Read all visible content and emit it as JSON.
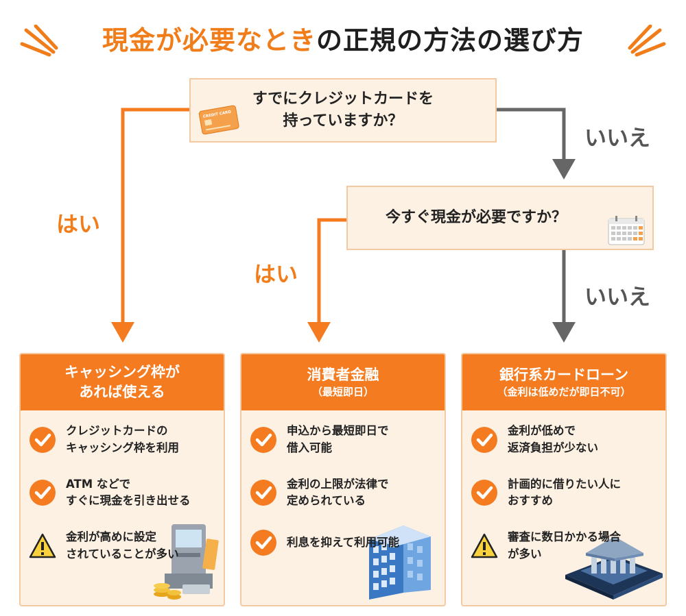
{
  "title": {
    "highlight": "現金が必要なとき",
    "rest": "の正規の方法の選び方"
  },
  "question1": {
    "line1": "すでにクレジットカードを",
    "line2": "持っていますか？",
    "card_text": "CREDIT CARD"
  },
  "question2": {
    "text": "今すぐ現金が必要ですか？"
  },
  "answers": {
    "yes": "はい",
    "no": "いいえ"
  },
  "cards": [
    {
      "title_line1": "キャッシング枠が",
      "title_line2": "あれば使える",
      "items": [
        {
          "icon": "check-icon",
          "line1": "クレジットカードの",
          "line2": "キャッシング枠を利用"
        },
        {
          "icon": "check-icon",
          "line1": "ATM などで",
          "line2": "すぐに現金を引き出せる"
        },
        {
          "icon": "warning-icon",
          "line1": "金利が高めに設定",
          "line2": "されていることが多い"
        }
      ]
    },
    {
      "title_line1": "消費者金融",
      "subtitle": "（最短即日）",
      "items": [
        {
          "icon": "check-icon",
          "line1": "申込から最短即日で",
          "line2": "借入可能"
        },
        {
          "icon": "check-icon",
          "line1": "金利の上限が法律で",
          "line2": "定められている"
        },
        {
          "icon": "check-icon",
          "line1": "利息を抑えて利用可能",
          "line2": ""
        }
      ]
    },
    {
      "title_line1": "銀行系カードローン",
      "subtitle": "（金利は低めだが即日不可）",
      "items": [
        {
          "icon": "check-icon",
          "line1": "金利が低めで",
          "line2": "返済負担が少ない"
        },
        {
          "icon": "check-icon",
          "line1": "計画的に借りたい人に",
          "line2": "おすすめ"
        },
        {
          "icon": "warning-icon",
          "line1": "審査に数日かかる場合",
          "line2": "が多い"
        }
      ]
    }
  ],
  "colors": {
    "accent": "#f47b20",
    "box_fill": "#fdf1e4",
    "box_border": "#f3c9a2",
    "no_arrow": "#666666"
  }
}
